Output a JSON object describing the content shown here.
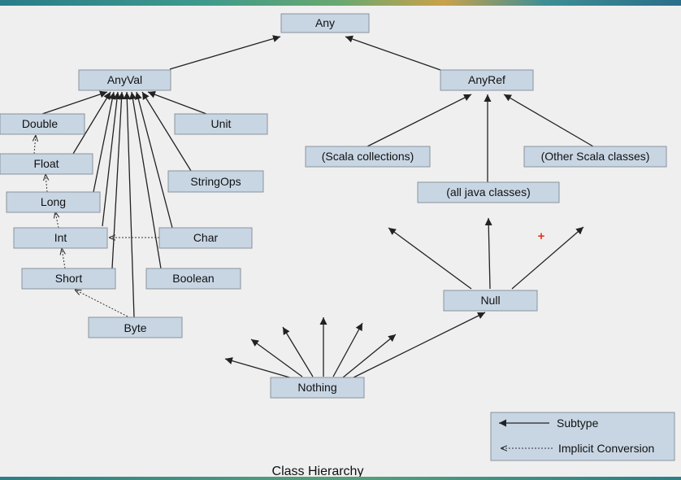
{
  "nodes": {
    "any": "Any",
    "anyval": "AnyVal",
    "anyref": "AnyRef",
    "double": "Double",
    "unit": "Unit",
    "float": "Float",
    "stringops": "StringOps",
    "long": "Long",
    "int": "Int",
    "char": "Char",
    "short": "Short",
    "boolean": "Boolean",
    "byte": "Byte",
    "scala_collections": "(Scala collections)",
    "other_scala_classes": "(Other Scala classes)",
    "all_java_classes": "(all java classes)",
    "null": "Null",
    "nothing": "Nothing"
  },
  "legend": {
    "subtype": "Subtype",
    "implicit_conversion": "Implicit Conversion"
  },
  "caption": "Class Hierarchy",
  "marker": "+",
  "colors": {
    "node_fill": "#c8d6e4",
    "node_border": "#8a939c",
    "background": "#efefef",
    "marker": "#e03a1a"
  }
}
